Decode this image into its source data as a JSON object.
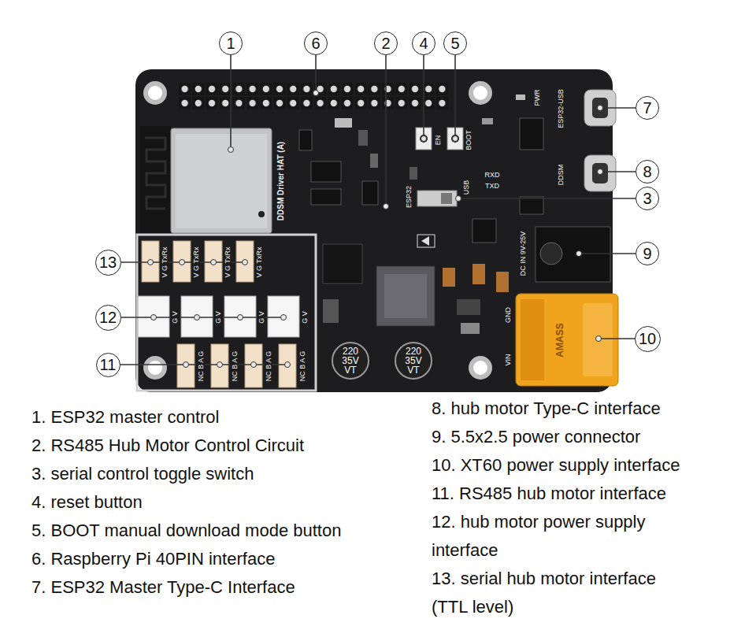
{
  "diagram": {
    "nodes": [
      {
        "text": [
          "1"
        ]
      },
      {
        "text": [
          "2"
        ]
      },
      {
        "text": [
          "3"
        ]
      },
      {
        "text": [
          "4"
        ]
      },
      {
        "text": [
          "5"
        ]
      },
      {
        "text": [
          "6"
        ]
      },
      {
        "text": [
          "7"
        ]
      },
      {
        "text": [
          "8"
        ]
      },
      {
        "text": [
          "9"
        ]
      },
      {
        "text": [
          "10"
        ]
      },
      {
        "text": [
          "11"
        ]
      },
      {
        "text": [
          "12"
        ]
      },
      {
        "text": [
          "13"
        ]
      }
    ],
    "labels": [
      "DDSM Driver HAT (A)",
      "EN",
      "BOOT",
      "PWR",
      "ESP32-USB",
      "ESP32",
      "USB",
      "RXD",
      "TXD",
      "DDSM",
      "DC IN 9V-25V",
      "GND",
      "VIN",
      "AMASS",
      "220 35V VT",
      "220 35V VT",
      "V G TxRx",
      "V G TxRx",
      "V G TxRx",
      "V G TxRx",
      "G V",
      "G V",
      "G V",
      "G V",
      "NC B A G",
      "NC B A G",
      "NC B A G",
      "NC B A G",
      "1. ESP32 master control",
      "2. RS485 Hub Motor Control Circuit",
      "3. serial control toggle switch",
      "4. reset button",
      "5. BOOT manual download mode button",
      "6. Raspberry Pi 40PIN interface",
      "7. ESP32 Master Type-C Interface",
      "8. hub motor Type-C interface",
      "9. 5.5x2.5 power connector",
      "10. XT60 power supply interface",
      "11. RS485 hub motor interface",
      "12. hub motor power supply interface",
      "13. serial hub motor interface (TTL level)"
    ]
  }
}
